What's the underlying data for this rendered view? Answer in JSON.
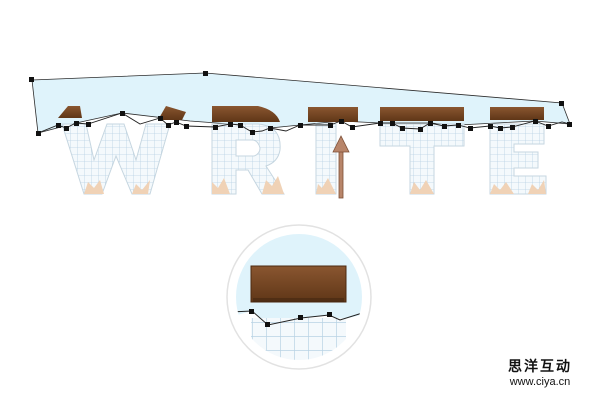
{
  "artwork": {
    "word": "WRITE",
    "letters": [
      "W",
      "R",
      "I",
      "T",
      "E"
    ],
    "colors": {
      "selection_fill": "#dff3fb",
      "wood": "#7a4a24",
      "wood_dark": "#5a3215",
      "paper": "#f4f9fc",
      "grid_line": "#b8d2e4",
      "torn_edge": "#f1d5bc",
      "arrow": "#b8856a",
      "anchor": "#111111"
    },
    "arrow_direction": "up"
  },
  "zoom_inset": {
    "description_icon": "magnifier-circle"
  },
  "watermark": {
    "cn": "思洋互动",
    "url": "www.ciya.cn"
  }
}
